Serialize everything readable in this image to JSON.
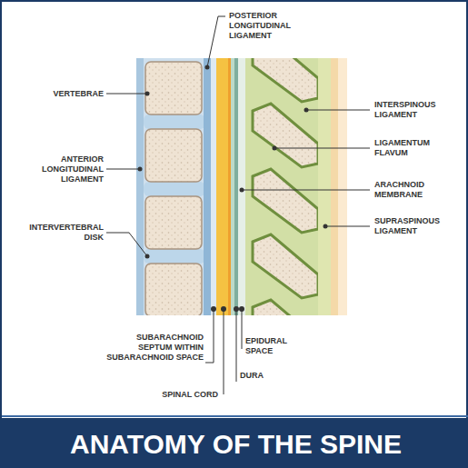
{
  "diagram": {
    "title": "ANATOMY OF THE SPINE",
    "labels": [
      "POSTERIOR LONGITUDINAL LIGAMENT",
      "VERTEBRAE",
      "ANTERIOR LONGITUDINAL LIGAMENT",
      "INTERVERTEBRAL DISK",
      "INTERSPINOUS LIGAMENT",
      "LIGAMENTUM FLAVUM",
      "ARACHNOID MEMBRANE",
      "SUPRASPINOUS LIGAMENT",
      "SUBARACHNOID SEPTUM WITHIN SUBARACHNOID SPACE",
      "SPINAL CORD",
      "DURA",
      "EPIDURAL SPACE"
    ]
  }
}
